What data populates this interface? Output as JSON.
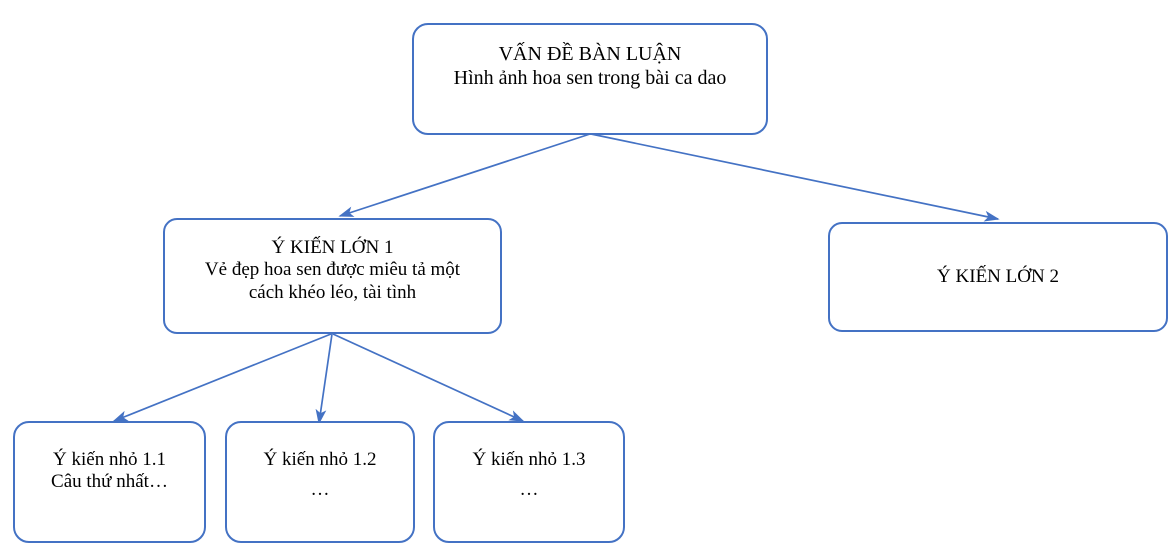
{
  "diagram": {
    "type": "tree-diagram",
    "colors": {
      "node_border": "#4472c4",
      "connector": "#4472c4",
      "node_fill": "#ffffff",
      "text": "#000000"
    },
    "nodes": {
      "root": {
        "id": "root",
        "title": "VẤN ĐỀ BÀN LUẬN",
        "subtitle": "Hình ảnh hoa sen trong bài ca dao"
      },
      "main_1": {
        "id": "main-idea-1",
        "title": "Ý KIẾN LỚN 1",
        "line2": "Vẻ đẹp hoa sen được miêu tả một",
        "line3": "cách khéo léo, tài tình"
      },
      "main_2": {
        "id": "main-idea-2",
        "title": "Ý KIẾN LỚN 2"
      },
      "sub_1_1": {
        "id": "sub-idea-1-1",
        "title": "Ý kiến nhỏ 1.1",
        "detail": "Câu thứ nhất…"
      },
      "sub_1_2": {
        "id": "sub-idea-1-2",
        "title": "Ý kiến nhỏ 1.2",
        "detail": "…"
      },
      "sub_1_3": {
        "id": "sub-idea-1-3",
        "title": "Ý kiến nhỏ 1.3",
        "detail": "…"
      }
    },
    "connectors": [
      {
        "name": "root-to-main-1",
        "from": "root",
        "to": "main_1"
      },
      {
        "name": "root-to-main-2",
        "from": "root",
        "to": "main_2"
      },
      {
        "name": "main-1-to-sub-1-1",
        "from": "main_1",
        "to": "sub_1_1"
      },
      {
        "name": "main-1-to-sub-1-2",
        "from": "main_1",
        "to": "sub_1_2"
      },
      {
        "name": "main-1-to-sub-1-3",
        "from": "main_1",
        "to": "sub_1_3"
      }
    ]
  }
}
